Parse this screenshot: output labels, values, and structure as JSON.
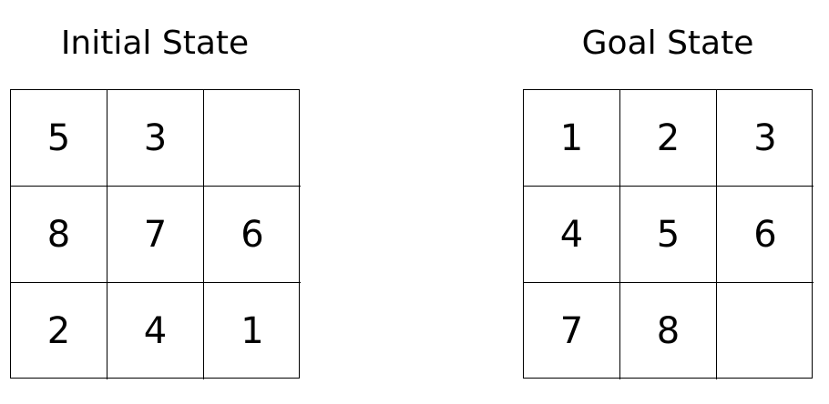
{
  "initial_state": {
    "title": "Initial State",
    "cells": [
      "5",
      "3",
      "",
      "8",
      "7",
      "6",
      "2",
      "4",
      "1"
    ]
  },
  "goal_state": {
    "title": "Goal State",
    "cells": [
      "1",
      "2",
      "3",
      "4",
      "5",
      "6",
      "7",
      "8",
      ""
    ]
  }
}
